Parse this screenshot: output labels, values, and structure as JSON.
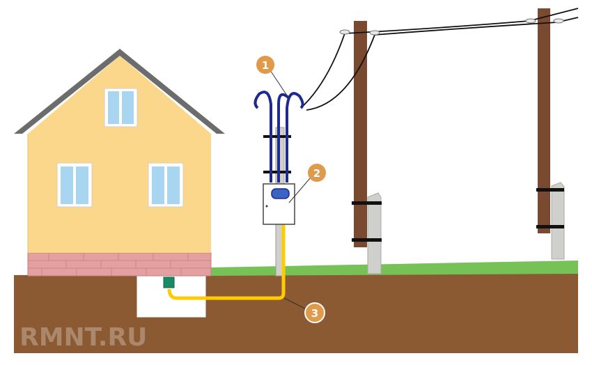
{
  "callouts": [
    {
      "label": "1"
    },
    {
      "label": "2"
    },
    {
      "label": "3"
    }
  ],
  "watermark": {
    "text": "RMNT.RU"
  },
  "colors": {
    "sky": "#ffffff",
    "soil": "#8b5a32",
    "grass": "#77c257",
    "house_wall": "#fbd78b",
    "roof": "#6c6c6c",
    "foundation": "#e4a0a0",
    "wood_pole": "#7a4a30",
    "concrete": "#cfd0cc",
    "cable_underground": "#ffcc00",
    "cable_drop": "#1d2a8f",
    "callout_badge": "#e09a4c",
    "meter_box": "#ffffff"
  }
}
